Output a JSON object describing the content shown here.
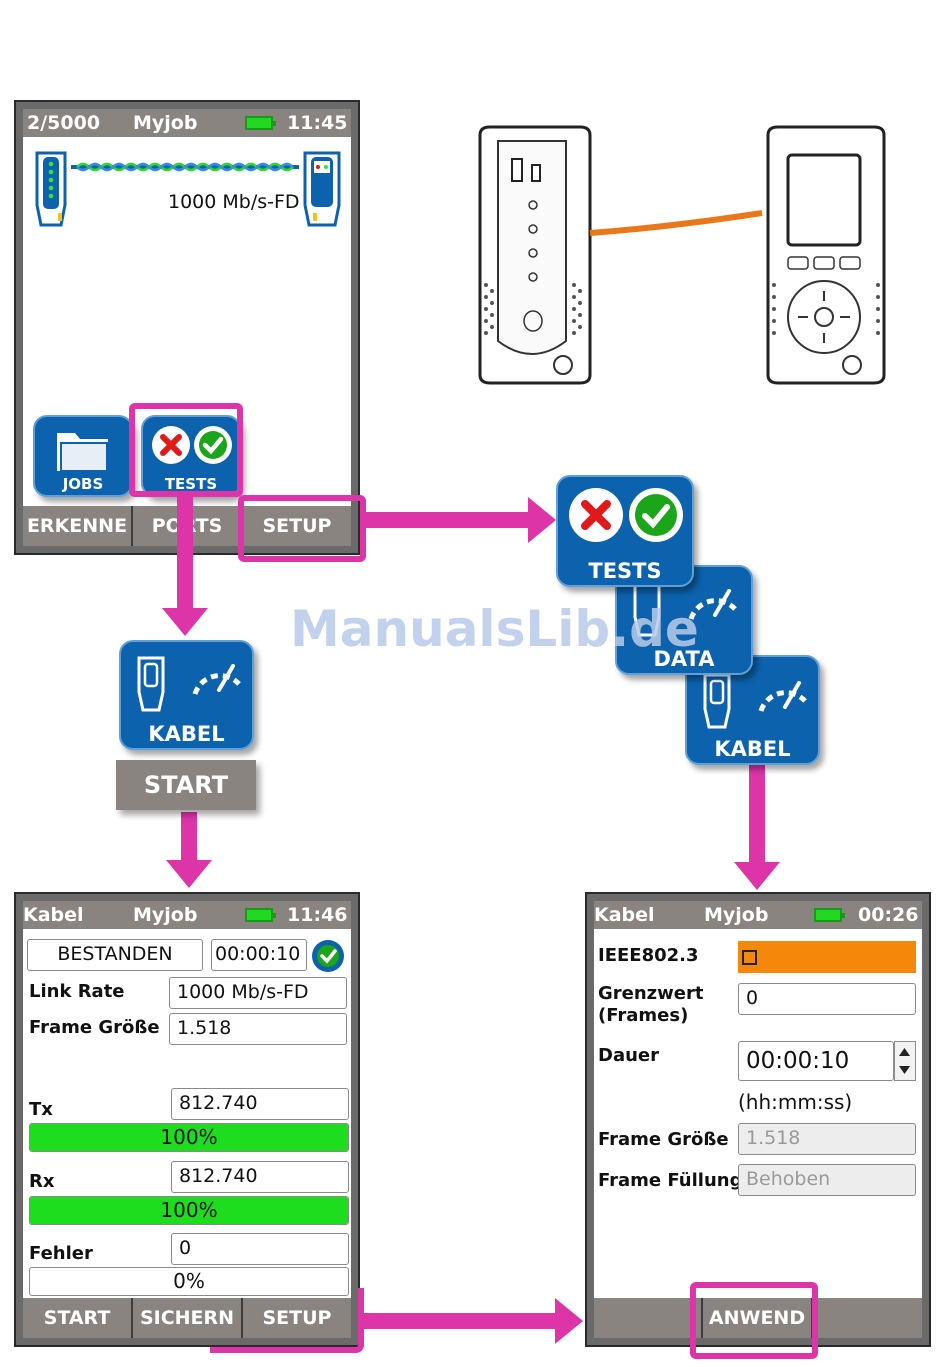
{
  "watermark": "ManualsLib.de",
  "screen1": {
    "status": {
      "left": "2/5000",
      "center": "Myjob",
      "time": "11:45"
    },
    "link_speed": "1000 Mb/s-FD",
    "apps": [
      {
        "label": "JOBS"
      },
      {
        "label": "TESTS"
      }
    ],
    "softkeys": [
      "ERKENNE",
      "PORTS",
      "SETUP"
    ]
  },
  "tiles": {
    "tests": "TESTS",
    "data": "DATA",
    "kabel_left": "KABEL",
    "kabel_right": "KABEL",
    "start_button": "START"
  },
  "screen2": {
    "status": {
      "left": "Kabel",
      "center": "Myjob",
      "time": "11:46"
    },
    "result": "BESTANDEN",
    "elapsed": "00:00:10",
    "link_rate_label": "Link Rate",
    "link_rate_value": "1000 Mb/s-FD",
    "frame_size_label": "Frame Größe",
    "frame_size_value": "1.518",
    "tx_label": "Tx",
    "tx_value": "812.740",
    "tx_progress": "100%",
    "tx_fraction": 1.0,
    "rx_label": "Rx",
    "rx_value": "812.740",
    "rx_progress": "100%",
    "rx_fraction": 1.0,
    "errors_label": "Fehler",
    "errors_value": "0",
    "errors_progress": "0%",
    "errors_fraction": 0.0,
    "softkeys": [
      "START",
      "SICHERN",
      "SETUP"
    ]
  },
  "screen3": {
    "status": {
      "left": "Kabel",
      "center": "Myjob",
      "time": "00:26"
    },
    "ieee_label": "IEEE802.3",
    "limit_label_1": "Grenzwert",
    "limit_label_2": "(Frames)",
    "limit_value": "0",
    "duration_label": "Dauer",
    "duration_value": "00:00:10",
    "duration_format": "(hh:mm:ss)",
    "frame_size_label": "Frame Größe",
    "frame_size_value": "1.518",
    "frame_fill_label": "Frame Füllung",
    "frame_fill_value": "Behoben",
    "softkeys": [
      "",
      "ANWEND",
      ""
    ]
  },
  "colors": {
    "tile_blue": "#0c62ac",
    "highlight_pink": "#dd35a8",
    "progress_green": "#1edc1e",
    "ieee_orange": "#f5870a",
    "softkey_gray": "#8a8480"
  }
}
